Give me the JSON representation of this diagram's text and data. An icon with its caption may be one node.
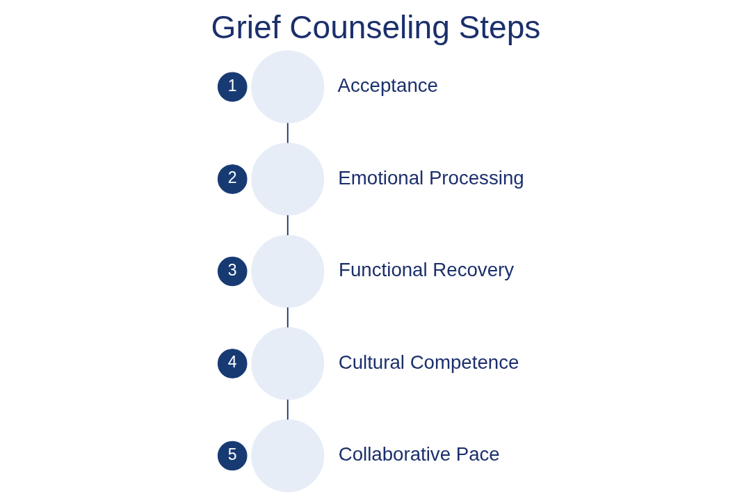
{
  "diagram": {
    "title": "Grief Counseling Steps",
    "nodes": [
      {
        "text": [
          "1"
        ]
      },
      {
        "text": [],
        "shape": "circle",
        "beside": [
          "Acceptance"
        ]
      },
      {
        "text": [
          "2"
        ]
      },
      {
        "text": [],
        "shape": "circle",
        "beside": [
          "Emotional Processing"
        ]
      },
      {
        "text": [
          "3"
        ]
      },
      {
        "text": [],
        "shape": "circle",
        "beside": [
          "Functional Recovery"
        ]
      },
      {
        "text": [
          "4"
        ]
      },
      {
        "text": [],
        "shape": "circle",
        "beside": [
          "Cultural Competence"
        ]
      },
      {
        "text": [
          "5"
        ]
      },
      {
        "text": [],
        "shape": "circle",
        "beside": [
          "Collaborative Pace"
        ]
      }
    ],
    "edges": [
      {
        "from": 1,
        "to": 3,
        "arrow": "none"
      },
      {
        "from": 3,
        "to": 5,
        "arrow": "none"
      },
      {
        "from": 5,
        "to": 7,
        "arrow": "none"
      },
      {
        "from": 7,
        "to": 9,
        "arrow": "none"
      }
    ]
  }
}
